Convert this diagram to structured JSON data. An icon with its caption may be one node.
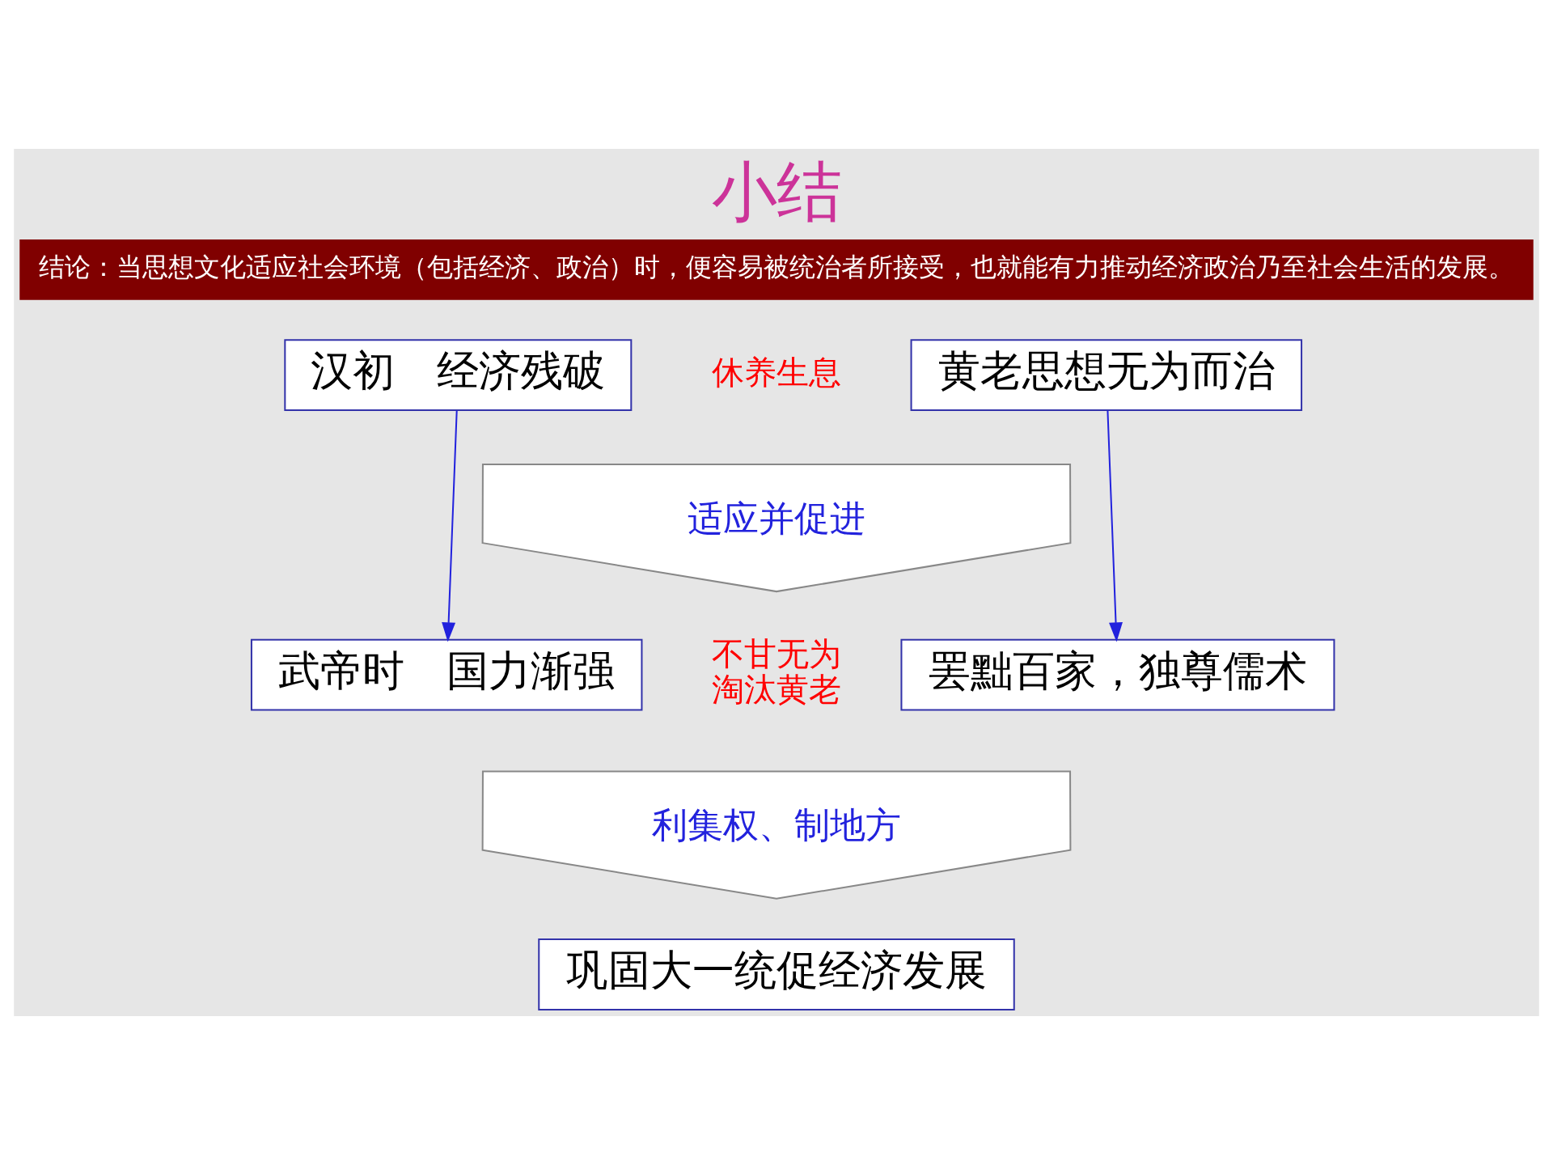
{
  "diagram": {
    "title": "小结",
    "nodes": [
      {
        "text": [
          "结论：当思想文化适应社会环境（包括经济、政治）时，便容易被统治者所接受，也就能有力推动经济政治乃至社会生活的发展。"
        ]
      },
      {
        "text": [
          "汉初　经济残破"
        ]
      },
      {
        "text": [
          "黄老思想无为而治"
        ]
      },
      {
        "text": [
          "适应并促进"
        ]
      },
      {
        "text": [
          "武帝时　国力渐强"
        ]
      },
      {
        "text": [
          "罢黜百家，独尊儒术"
        ]
      },
      {
        "text": [
          "利集权、制地方"
        ]
      },
      {
        "text": [
          "巩固大一统促经济发展"
        ]
      }
    ],
    "edges": [
      {
        "from": 1,
        "to": 4,
        "arrow": "to"
      },
      {
        "from": 2,
        "to": 5,
        "arrow": "to"
      }
    ],
    "labels": [
      "休养生息",
      "不甘无为淘汰黄老"
    ]
  }
}
